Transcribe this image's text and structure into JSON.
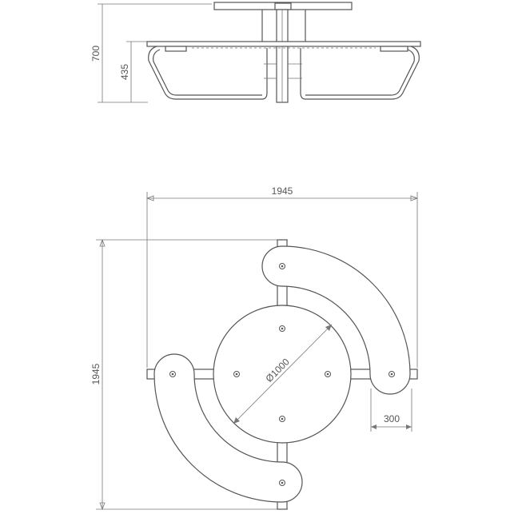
{
  "diagram": {
    "side_view": {
      "dim_total_height": "700",
      "dim_seat_height": "435"
    },
    "top_view": {
      "dim_overall_width": "1945",
      "dim_overall_height": "1945",
      "dim_table_diameter": "Ø1000",
      "dim_seat_width": "300"
    },
    "colors": {
      "line": "#555555",
      "background": "#ffffff"
    }
  }
}
